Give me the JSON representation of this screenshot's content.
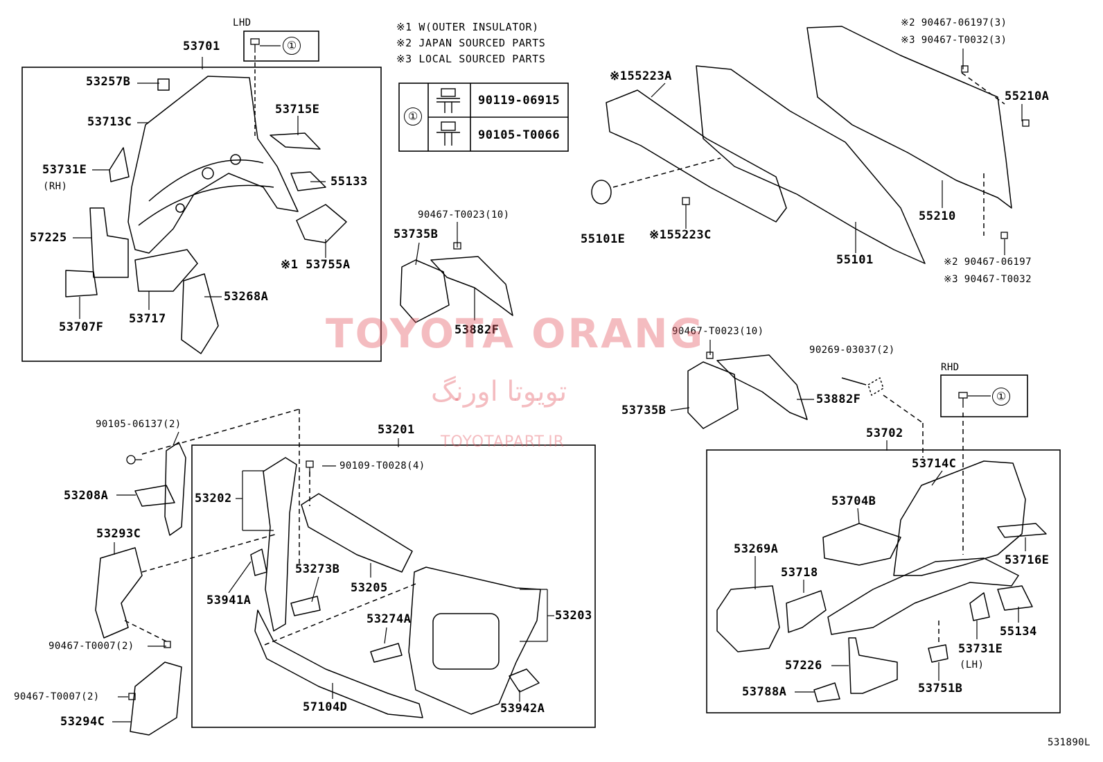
{
  "notes": {
    "n1": "※1 W(OUTER INSULATOR)",
    "n2": "※2 JAPAN SOURCED PARTS",
    "n3": "※3 LOCAL SOURCED PARTS"
  },
  "bolt_table": {
    "marker": "①",
    "row1": "90119-06915",
    "row2": "90105-T0066"
  },
  "lhd": {
    "label": "LHD",
    "marker": "①"
  },
  "rhd": {
    "label": "RHD",
    "marker": "①"
  },
  "parts": {
    "p53701": "53701",
    "p53257B": "53257B",
    "p53713C": "53713C",
    "p53715E": "53715E",
    "p53731E_rh": "53731E",
    "rh": "(RH)",
    "p55133": "55133",
    "p57225": "57225",
    "p53755A": "※1 53755A",
    "p53717": "53717",
    "p53268A": "53268A",
    "p53707F": "53707F",
    "p90467_T0023_a": "90467-T0023(10)",
    "p53735B_a": "53735B",
    "p53882F_a": "53882F",
    "p55223A": "※155223A",
    "p55101E": "55101E",
    "p55223C": "※155223C",
    "p55101": "55101",
    "p90467_06197_3": "※2 90467-06197(3)",
    "p90467_T0032_3": "※3 90467-T0032(3)",
    "p55210A": "55210A",
    "p55210": "55210",
    "p90467_06197": "※2 90467-06197",
    "p90467_T0032": "※3 90467-T0032",
    "p90467_T0023_b": "90467-T0023(10)",
    "p90269_03037": "90269-03037(2)",
    "p53735B_b": "53735B",
    "p53882F_b": "53882F",
    "p90105_06137": "90105-06137(2)",
    "p53208A": "53208A",
    "p53293C": "53293C",
    "p90467_T0007_a": "90467-T0007(2)",
    "p90467_T0007_b": "90467-T0007(2)",
    "p53294C": "53294C",
    "p53201": "53201",
    "p90109_T0028": "90109-T0028(4)",
    "p53202": "53202",
    "p53273B": "53273B",
    "p53941A": "53941A",
    "p53205": "53205",
    "p53203": "53203",
    "p53274A": "53274A",
    "p57104D": "57104D",
    "p53942A": "53942A",
    "p53702": "53702",
    "p53714C": "53714C",
    "p53704B": "53704B",
    "p53269A": "53269A",
    "p53718": "53718",
    "p53716E": "53716E",
    "p55134": "55134",
    "p53731E_lh": "53731E",
    "lh": "(LH)",
    "p57226": "57226",
    "p53788A": "53788A",
    "p53751B": "53751B"
  },
  "watermark": {
    "title": "TOYOTA ORANG",
    "persian": "تویوتا اورنگ",
    "site": "TOYOTAPART.IR"
  },
  "figure_id": "531890L"
}
